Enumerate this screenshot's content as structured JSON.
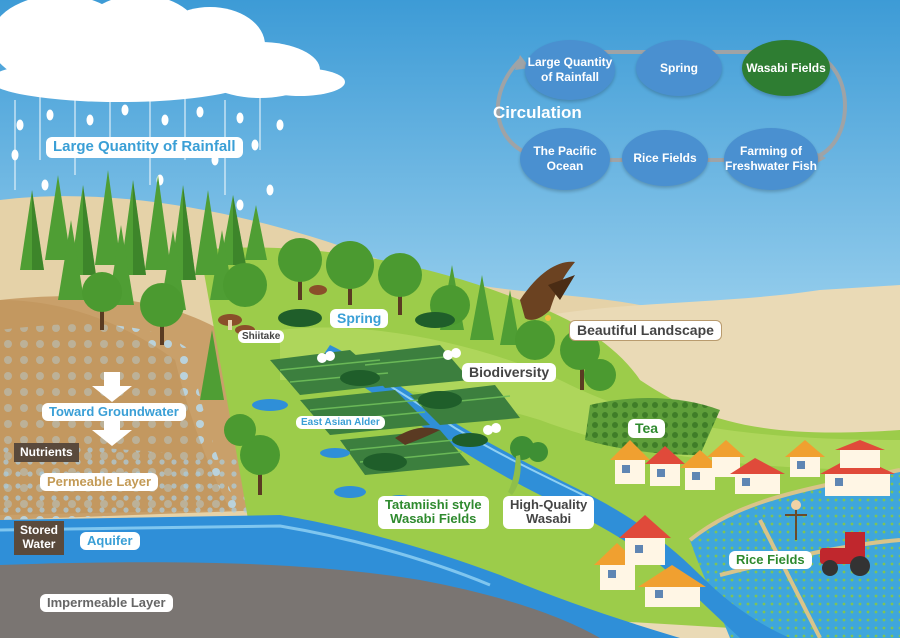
{
  "cycle": {
    "title": "Circulation",
    "nodes": [
      "Large Quantity\nof Rainfall",
      "Spring",
      "Wasabi Fields",
      "Farming of\nFreshwater Fish",
      "Rice Fields",
      "The Pacific\nOcean"
    ],
    "highlight_node": "Wasabi Fields",
    "node_color": "#4a90d0",
    "highlight_color": "#2e7d32"
  },
  "labels": {
    "rainfall": "Large Quantity of Rainfall",
    "spring": "Spring",
    "shiitake": "Shiitake",
    "landscape": "Beautiful Landscape",
    "biodiversity": "Biodiversity",
    "toward_groundwater": "Toward Groundwater",
    "alder": "East Asian Alder",
    "tea": "Tea",
    "nutrients": "Nutrients",
    "permeable": "Permeable Layer",
    "tatamiishi_1": "Tatamiishi style",
    "tatamiishi_2": "Wasabi Fields",
    "quality_1": "High-Quality",
    "quality_2": "Wasabi",
    "stored_1": "Stored",
    "stored_2": "Water",
    "aquifer": "Aquifer",
    "rice_fields": "Rice Fields",
    "impermeable": "Impermeable Layer"
  },
  "colors": {
    "sky": "#3d9bd6",
    "river": "#2f8fd8",
    "soil": "#c9a06a",
    "grass": "#9ccc4a",
    "bedrock": "#7a7572"
  }
}
